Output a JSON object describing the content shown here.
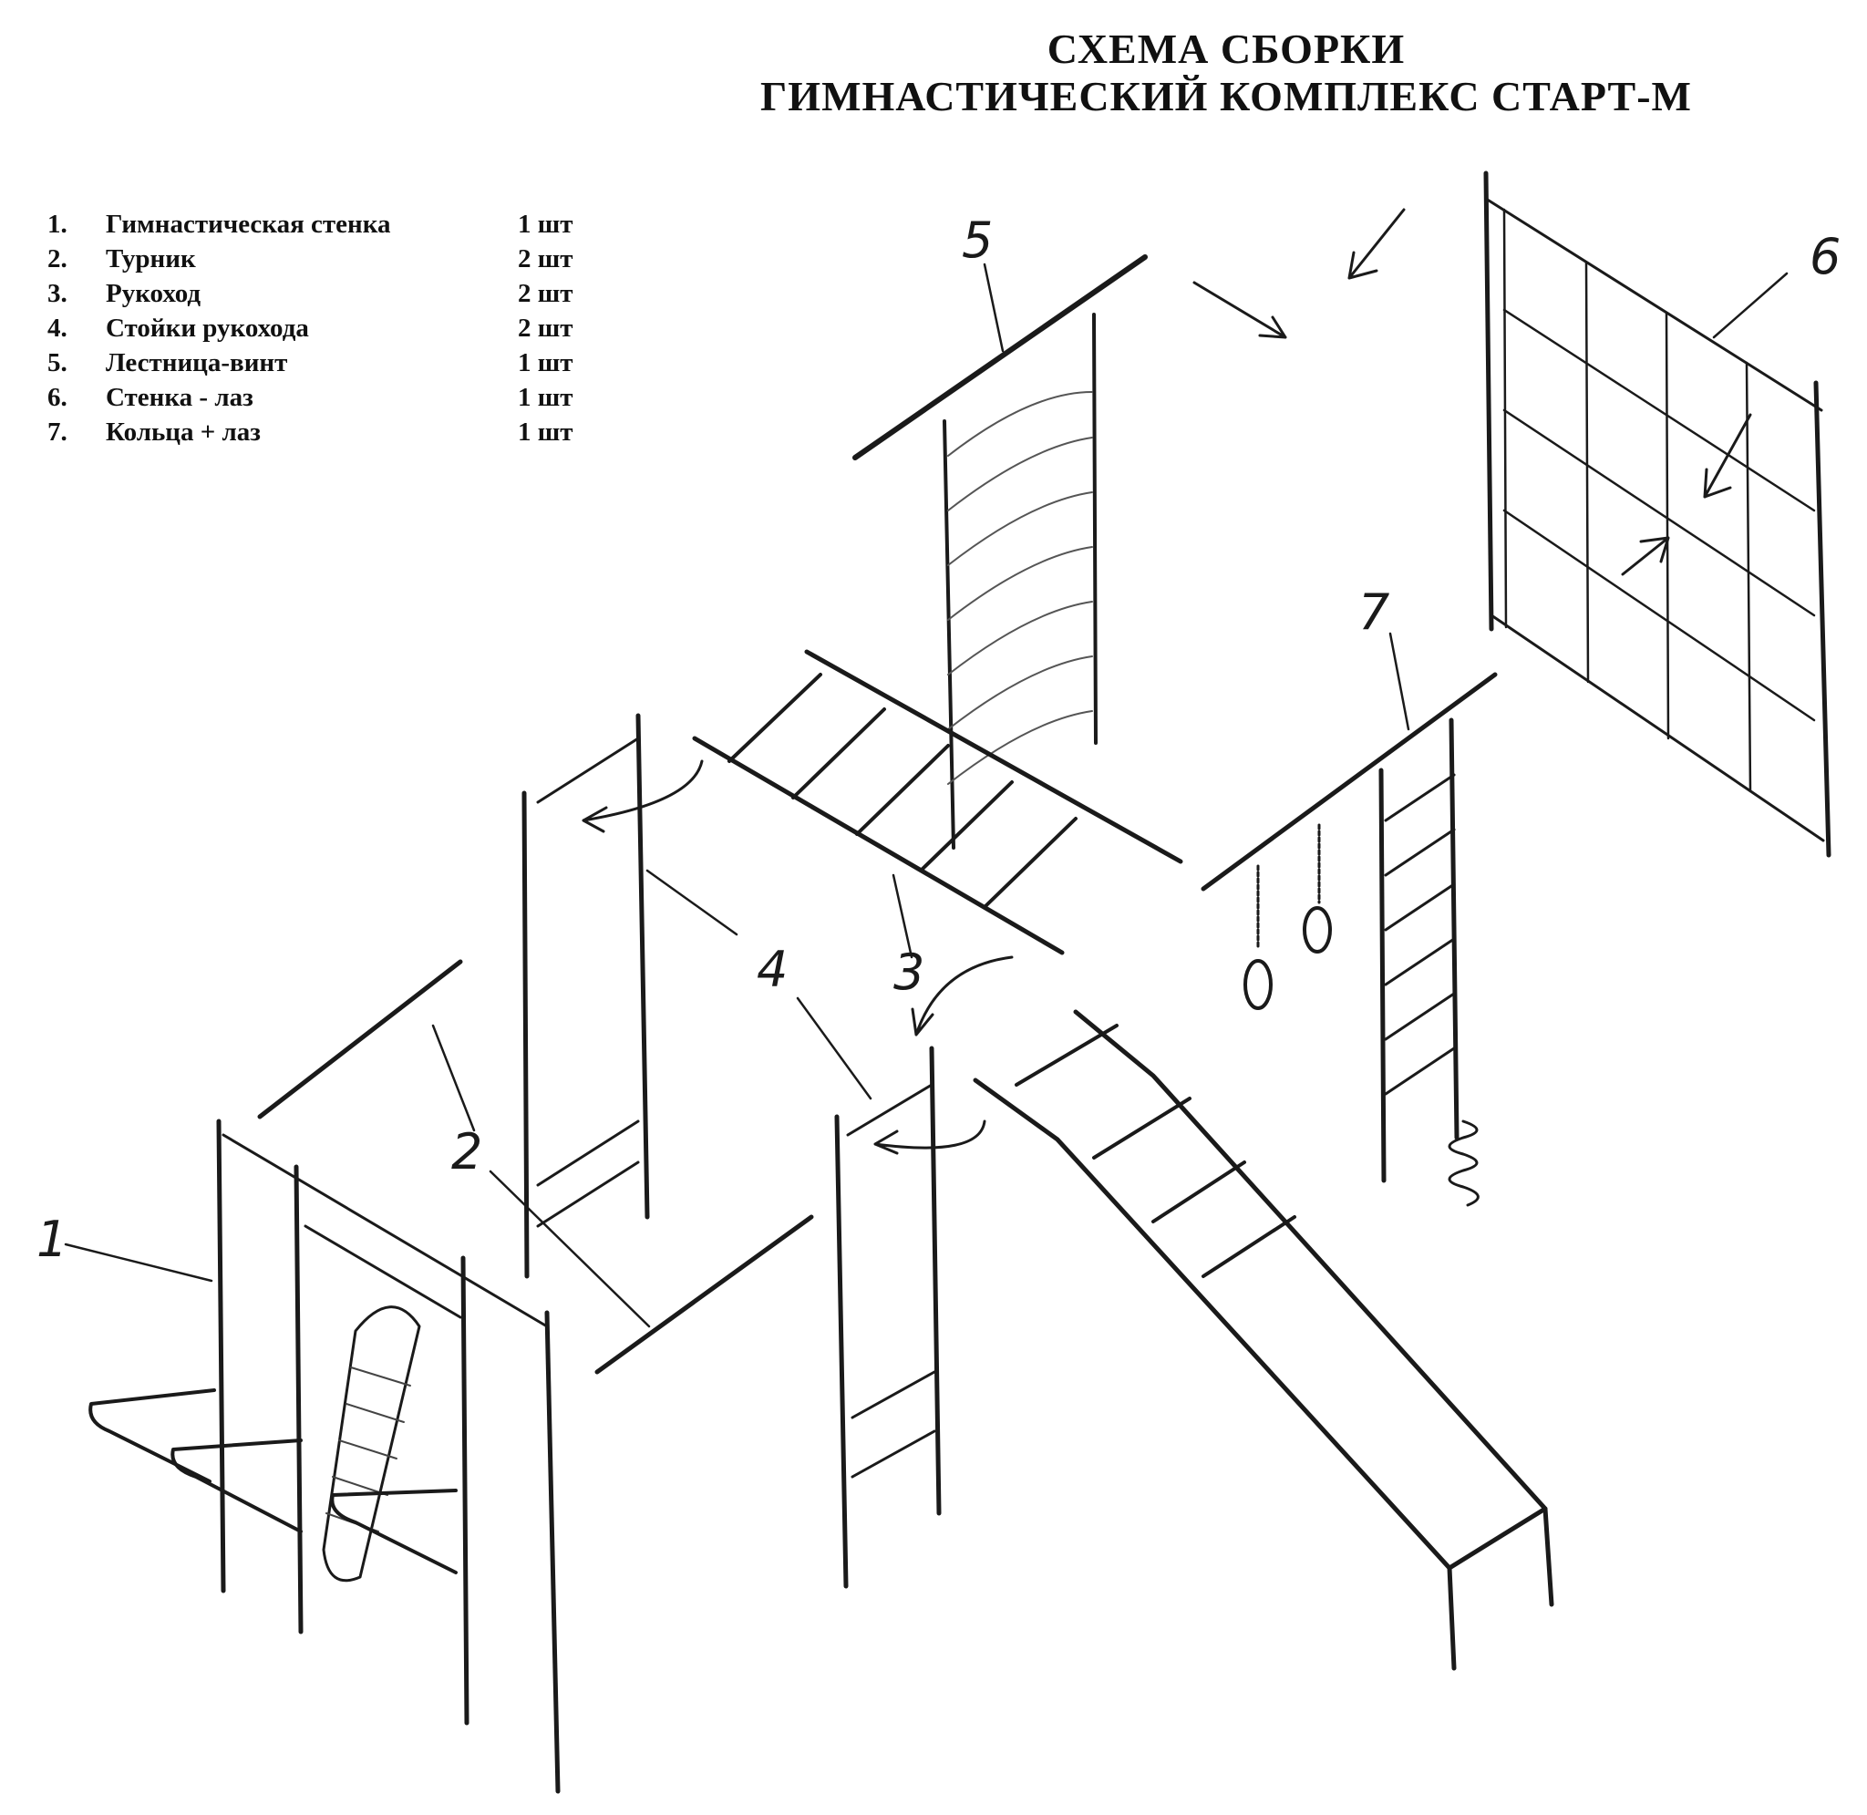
{
  "title": {
    "line1": "СХЕМА СБОРКИ",
    "line2": "ГИМНАСТИЧЕСКИЙ КОМПЛЕКС СТАРТ-М"
  },
  "parts": [
    {
      "num": "1.",
      "name": "Гимнастическая стенка",
      "qty": "1 шт"
    },
    {
      "num": "2.",
      "name": "Турник",
      "qty": "2 шт"
    },
    {
      "num": "3.",
      "name": "Рукоход",
      "qty": "2 шт"
    },
    {
      "num": "4.",
      "name": "Стойки рукохода",
      "qty": "2 шт"
    },
    {
      "num": "5.",
      "name": "Лестница-винт",
      "qty": "1 шт"
    },
    {
      "num": "6.",
      "name": "Стенка - лаз",
      "qty": "1 шт"
    },
    {
      "num": "7.",
      "name": "Кольца + лаз",
      "qty": "1 шт"
    }
  ],
  "callouts": {
    "c1": "1",
    "c2": "2",
    "c3": "3",
    "c4": "4",
    "c5": "5",
    "c6": "6",
    "c7": "7"
  }
}
